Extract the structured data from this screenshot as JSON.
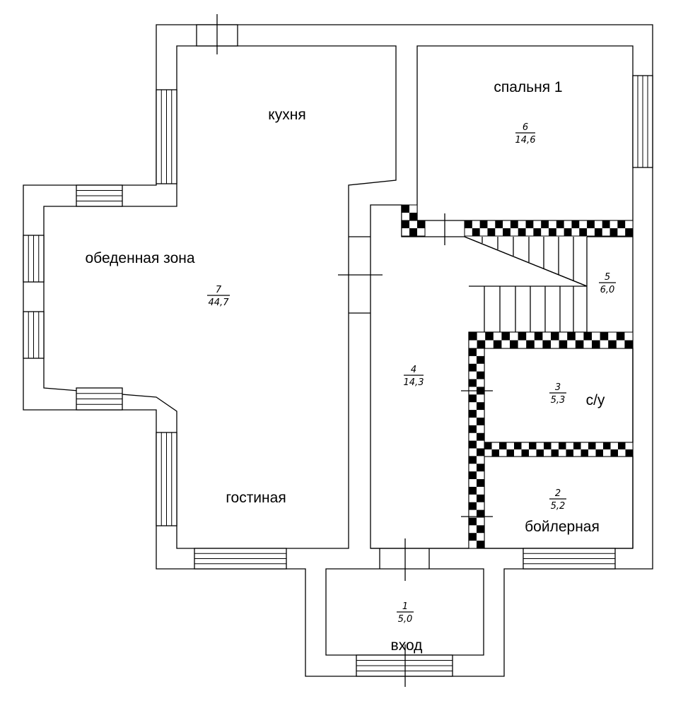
{
  "rooms": [
    {
      "id": "kitchen",
      "label": "кухня"
    },
    {
      "id": "dining",
      "label": "обеденная зона"
    },
    {
      "id": "living",
      "label": "гостиная"
    },
    {
      "id": "bedroom1",
      "label": "спальня 1"
    },
    {
      "id": "wc",
      "label": "с/у"
    },
    {
      "id": "boiler",
      "label": "бойлерная"
    },
    {
      "id": "entrance",
      "label": "вход"
    }
  ],
  "spaces": [
    {
      "num": "1",
      "area": "5,0"
    },
    {
      "num": "2",
      "area": "5,2"
    },
    {
      "num": "3",
      "area": "5,3"
    },
    {
      "num": "4",
      "area": "14,3"
    },
    {
      "num": "5",
      "area": "6,0"
    },
    {
      "num": "6",
      "area": "14,6"
    },
    {
      "num": "7",
      "area": "44,7"
    }
  ]
}
